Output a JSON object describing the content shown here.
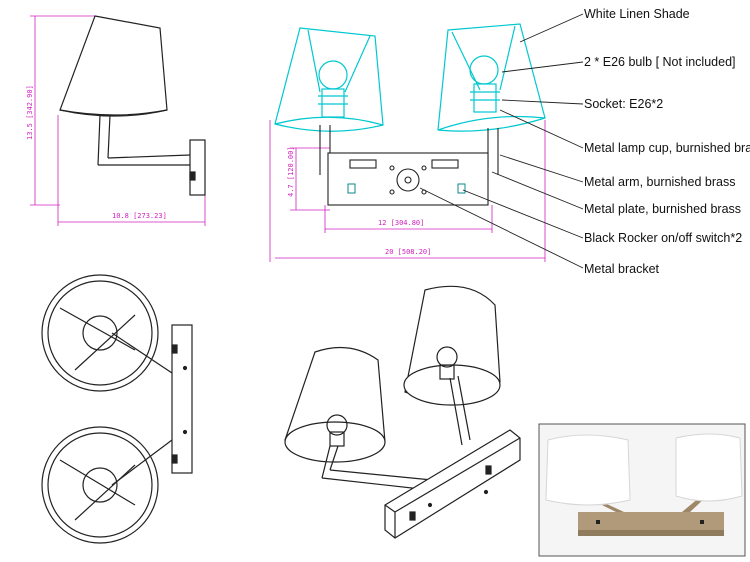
{
  "callouts": {
    "shade": "White Linen Shade",
    "bulb": "2 * E26  bulb [ Not included]",
    "socket": "Socket: E26*2",
    "lamp_cup": "Metal lamp cup, burnished brass",
    "arm": "Metal arm, burnished brass",
    "plate": "Metal plate, burnished brass",
    "switch": "Black Rocker on/off switch*2",
    "bracket": "Metal bracket"
  },
  "dimensions": {
    "side_height": "13.5 [342.90]",
    "side_depth": "10.8 [273.23]",
    "front_height": "4.7 [120.00]",
    "front_plate_width": "12 [304.80]",
    "front_total_width": "20 [508.20]"
  },
  "colors": {
    "dimension": "#d020c0",
    "highlight": "#00d8d8",
    "line": "#222222"
  }
}
